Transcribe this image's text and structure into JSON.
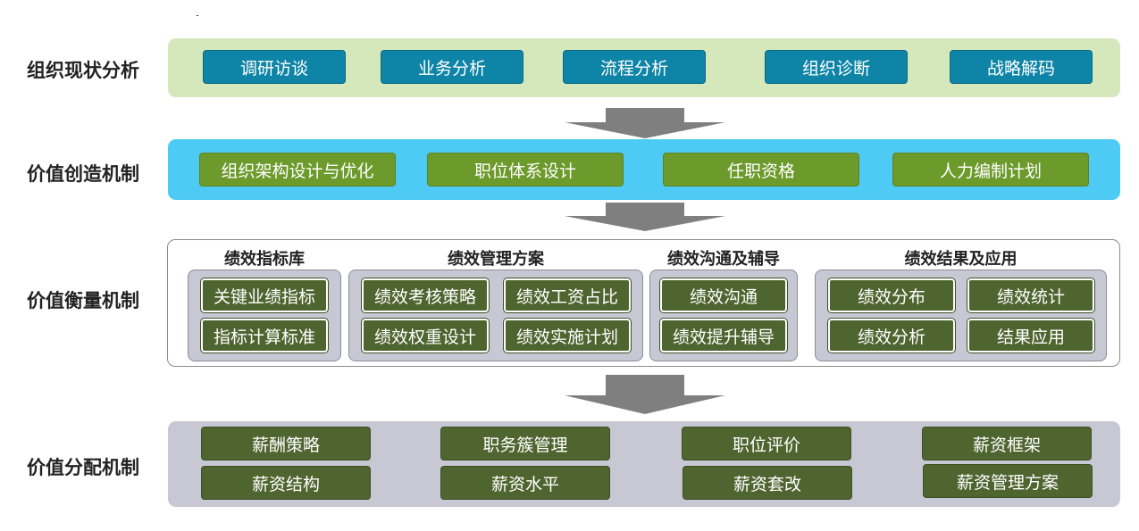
{
  "rows": {
    "row1": {
      "label": "组织现状分析",
      "color": "#d5e8bc",
      "chips": [
        "调研访谈",
        "业务分析",
        "流程分析",
        "组织诊断",
        "战略解码"
      ]
    },
    "row2": {
      "label": "价值创造机制",
      "color": "#4dcbf5",
      "chips": [
        "组织架构设计与优化",
        "职位体系设计",
        "任职资格",
        "人力编制计划"
      ]
    },
    "row3": {
      "label": "价值衡量机制",
      "groups": [
        {
          "title": "绩效指标库",
          "items": [
            "关键业绩指标",
            "指标计算标准"
          ]
        },
        {
          "title": "绩效管理方案",
          "items": [
            "绩效考核策略",
            "绩效工资占比",
            "绩效权重设计",
            "绩效实施计划"
          ]
        },
        {
          "title": "绩效沟通及辅导",
          "items": [
            "绩效沟通",
            "绩效提升辅导"
          ]
        },
        {
          "title": "绩效结果及应用",
          "items": [
            "绩效分布",
            "绩效统计",
            "绩效分析",
            "结果应用"
          ]
        }
      ]
    },
    "row4": {
      "label": "价值分配机制",
      "color": "#c8c8d4",
      "chips": [
        "薪酬策略",
        "职务簇管理",
        "职位评价",
        "薪资框架",
        "薪资结构",
        "薪资水平",
        "薪资套改",
        "薪资管理方案"
      ]
    }
  },
  "colors": {
    "arrow": "#7f7f7f",
    "chip_blue": "#0e84a6",
    "chip_green": "#6c9a2b",
    "chip_dark": "#4f6530"
  }
}
